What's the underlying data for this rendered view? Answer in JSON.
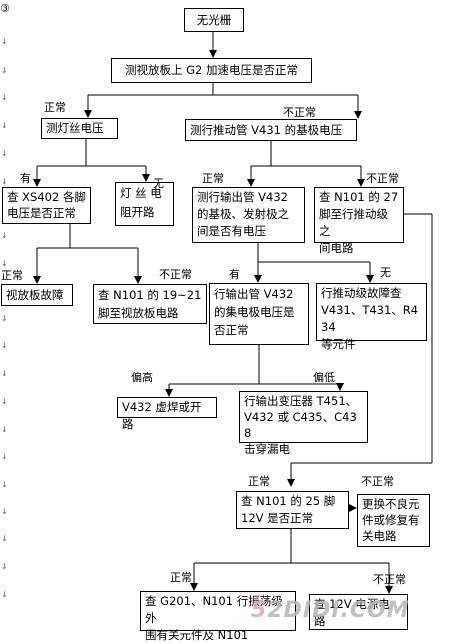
{
  "step_marker": "③",
  "nodes": {
    "no_raster": "无光栅",
    "measure_g2": "测视放板上 G2 加速电压是否正常",
    "measure_filament": "测灯丝电压",
    "measure_v431": "测行推动管 V431 的基极电压",
    "check_xs402": "查 XS402 各脚\n电压是否正常",
    "lamp_resistor": "灯 丝 电\n阻开路",
    "drive_output_tube": "测行输出管 V432\n的基极、发射极之\n间是否有电压",
    "check_n101_27": "查 N101 的 27\n脚至行推动级之\n间电路",
    "video_board_fault": "视放板故障",
    "check_n101_19_21": "查 N101 的 19~21\n脚至视放板电路",
    "output_collector": "行输出管 V432\n的集电极电压是\n否正常",
    "drive_stage_fault": "行推动级故障查\nV431、T431、R434\n等元件",
    "v432_solder": "V432 虚焊或开路",
    "output_transformer": "行输出变压器 T451、\nV432 或 C435、C438\n击穿漏电",
    "check_n101_25": "查 N101 的 25 脚\n12V 是否正常",
    "replace_parts": "更换不良元\n件或修复有\n关电路",
    "check_g201": "查 G201、N101 行振荡级外\n围有关元件及 N101",
    "check_12v": "查 12V 电源电\n路"
  },
  "labels": {
    "normal": "正常",
    "abnormal": "不正常",
    "have": "有",
    "none": "无",
    "high": "偏高",
    "low": "偏低"
  },
  "watermark": {
    "part1": "5",
    "part2": "2DIDI.COM"
  },
  "colors": {
    "line": "#000000",
    "watermark": "#b6b6b6"
  }
}
